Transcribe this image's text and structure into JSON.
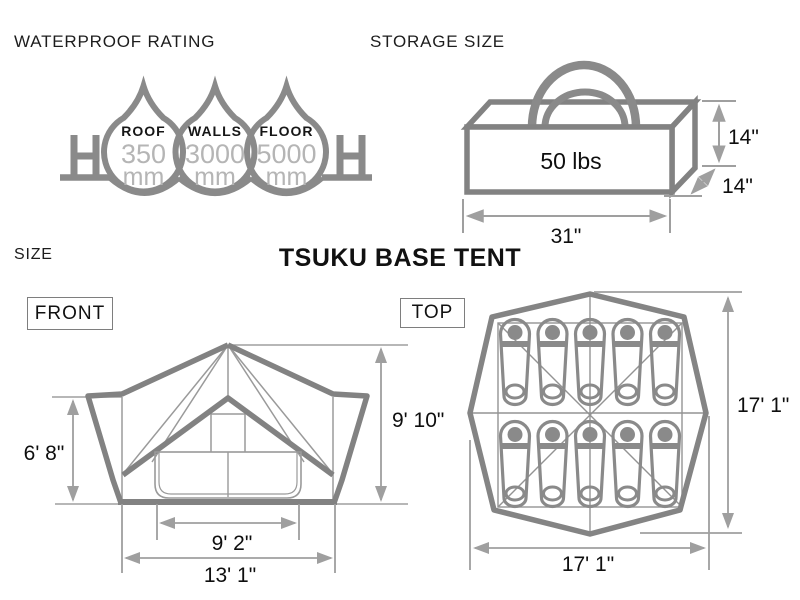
{
  "title": "TSUKU BASE TENT",
  "waterproof": {
    "heading": "WATERPROOF RATING",
    "drops": [
      {
        "label": "ROOF",
        "value": "350",
        "unit": "mm"
      },
      {
        "label": "WALLS",
        "value": "3000",
        "unit": "mm"
      },
      {
        "label": "FLOOR",
        "value": "5000",
        "unit": "mm"
      }
    ]
  },
  "storage": {
    "heading": "STORAGE SIZE",
    "weight": "50 lbs",
    "dims": {
      "height": "14\"",
      "depth": "14\"",
      "width": "31\""
    }
  },
  "size": {
    "heading": "SIZE",
    "views": {
      "front": {
        "label": "FRONT",
        "dims": {
          "side_height": "6' 8\"",
          "peak_height": "9' 10\"",
          "inner_width": "9' 2\"",
          "outer_width": "13' 1\""
        }
      },
      "top": {
        "label": "TOP",
        "dims": {
          "depth": "17' 1\"",
          "width": "17' 1\""
        },
        "sleeping_bags": 10
      }
    }
  },
  "colors": {
    "structure_gray": "#828282",
    "thin_gray": "#9a9a9a",
    "dim_gray": "#9f9f9f",
    "value_gray": "#b5b5b5",
    "text_black": "#111111"
  }
}
